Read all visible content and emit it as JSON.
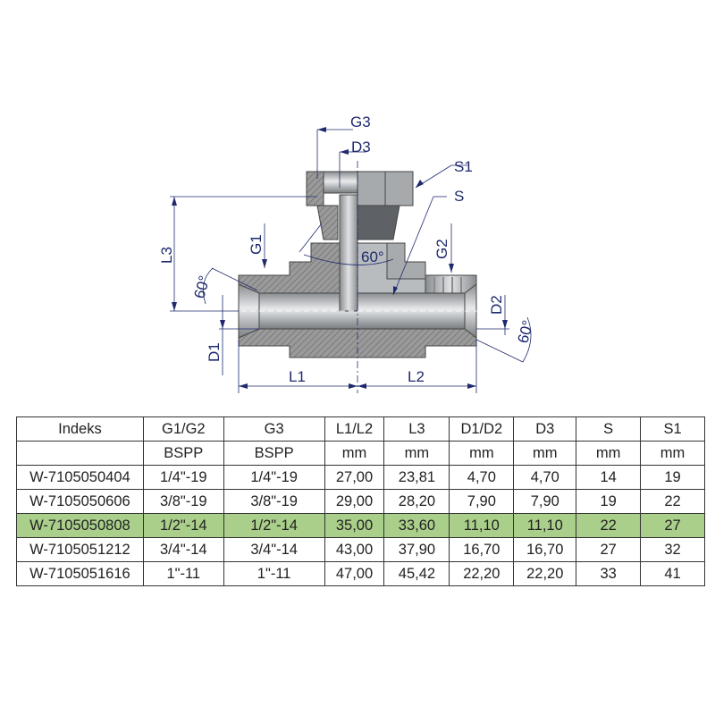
{
  "drawing": {
    "labels": {
      "g3": "G3",
      "d3": "D3",
      "s1": "S1",
      "s": "S",
      "l3": "L3",
      "g1": "G1",
      "g2": "G2",
      "angle_top": "60°",
      "angle_left": "60°",
      "angle_right": "60°",
      "d1": "D1",
      "d2": "D2",
      "l1": "L1",
      "l2": "L2"
    }
  },
  "table": {
    "headers": [
      "Indeks",
      "G1/G2",
      "G3",
      "L1/L2",
      "L3",
      "D1/D2",
      "D3",
      "S",
      "S1"
    ],
    "units": [
      "",
      "BSPP",
      "BSPP",
      "mm",
      "mm",
      "mm",
      "mm",
      "mm",
      "mm"
    ],
    "highlight_color": "#a9cf8a",
    "rows": [
      {
        "cells": [
          "W-7105050404",
          "1/4\"-19",
          "1/4\"-19",
          "27,00",
          "23,81",
          "4,70",
          "4,70",
          "14",
          "19"
        ],
        "highlighted": false
      },
      {
        "cells": [
          "W-7105050606",
          "3/8\"-19",
          "3/8\"-19",
          "29,00",
          "28,20",
          "7,90",
          "7,90",
          "19",
          "22"
        ],
        "highlighted": false
      },
      {
        "cells": [
          "W-7105050808",
          "1/2\"-14",
          "1/2\"-14",
          "35,00",
          "33,60",
          "11,10",
          "11,10",
          "22",
          "27"
        ],
        "highlighted": true
      },
      {
        "cells": [
          "W-7105051212",
          "3/4\"-14",
          "3/4\"-14",
          "43,00",
          "37,90",
          "16,70",
          "16,70",
          "27",
          "32"
        ],
        "highlighted": false
      },
      {
        "cells": [
          "W-7105051616",
          "1\"-11",
          "1\"-11",
          "47,00",
          "45,42",
          "22,20",
          "22,20",
          "33",
          "41"
        ],
        "highlighted": false
      }
    ]
  }
}
